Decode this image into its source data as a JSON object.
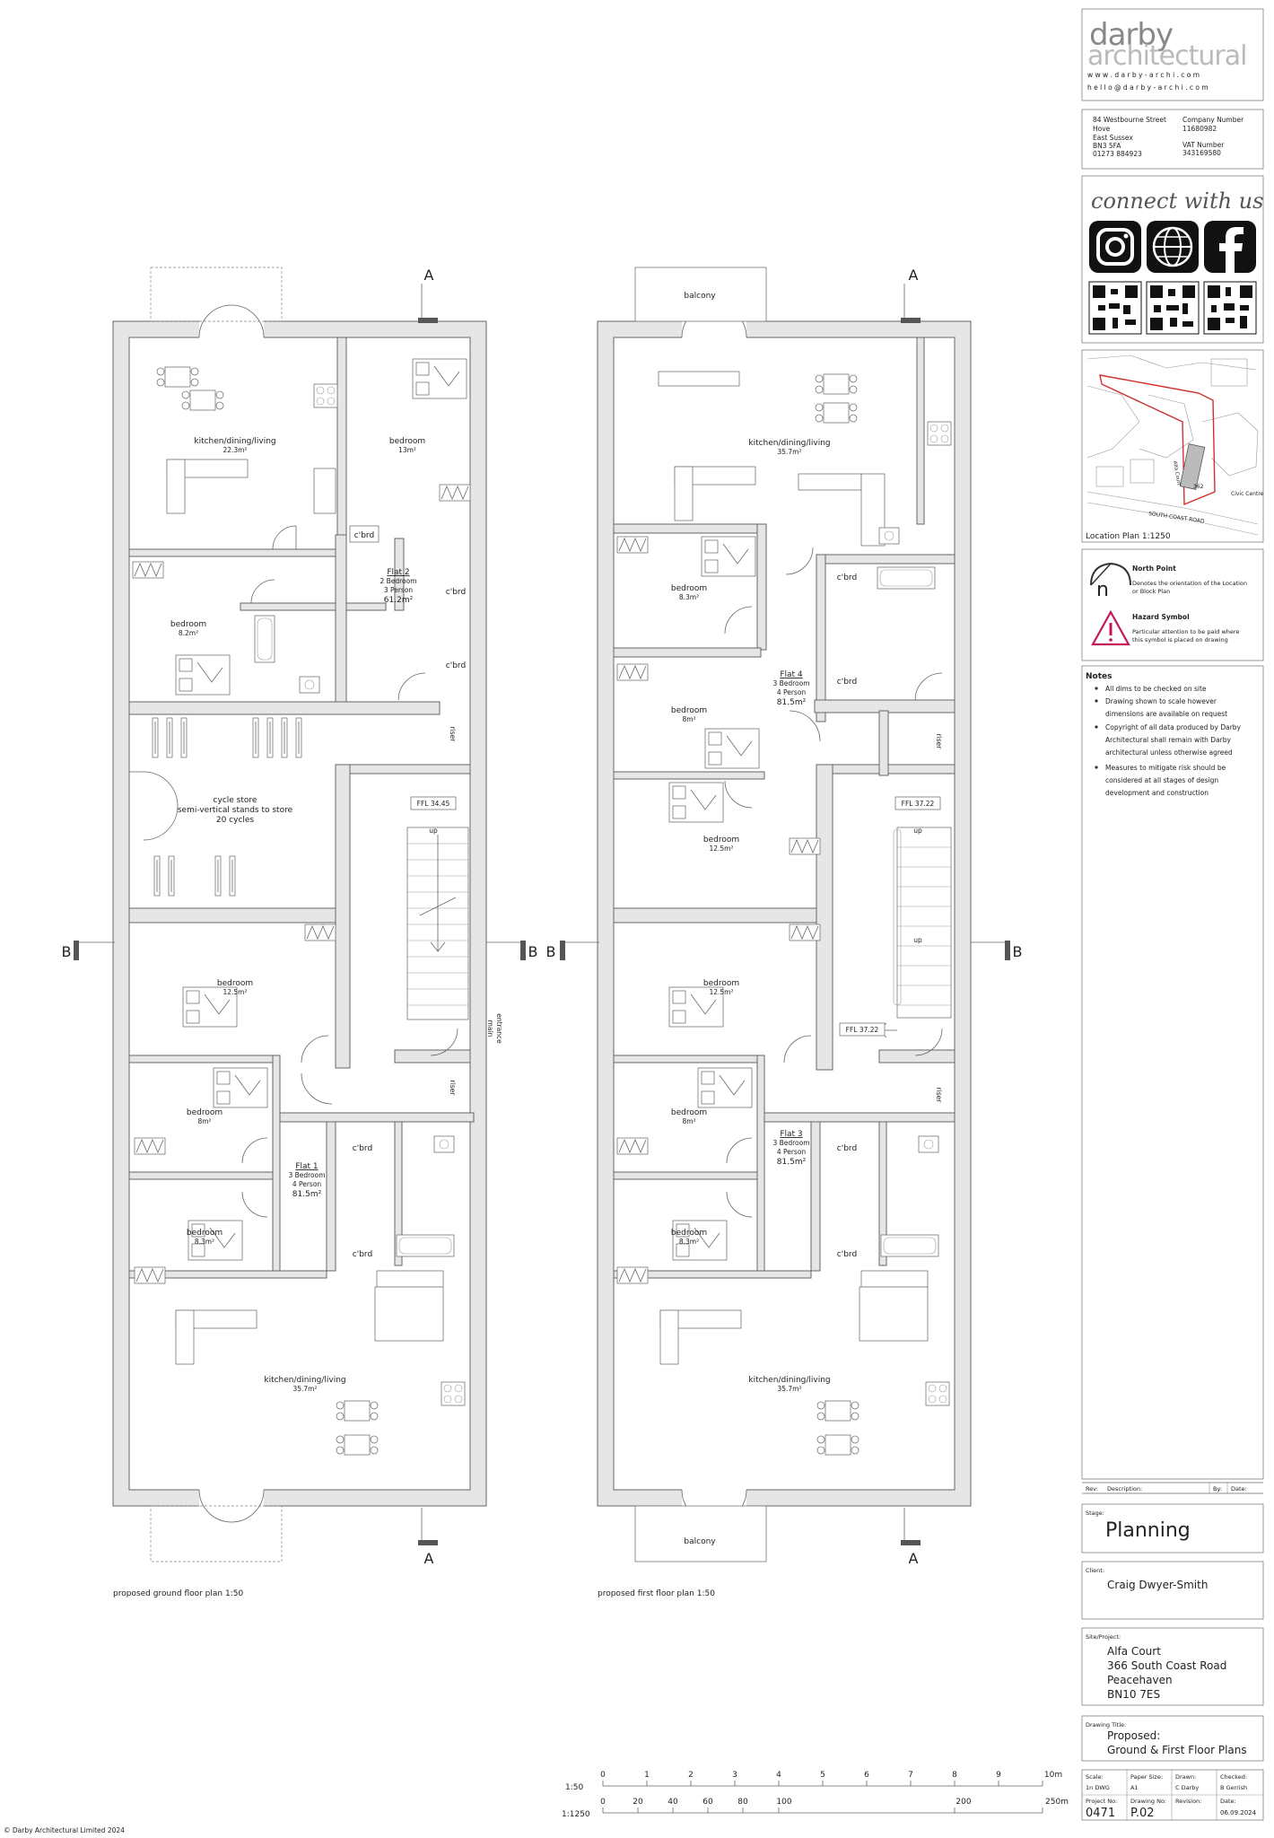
{
  "firm": {
    "name_line1": "darby",
    "name_line2": "architectural",
    "website": "w w w . d a r b y - a r c h i . c o m",
    "email": "h e l l o @ d a r b y - a r c h i . c o m",
    "address": [
      "84 Westbourne Street",
      "Hove",
      "East Sussex",
      "BN3 5FA",
      "01273 884923"
    ],
    "company_number_label": "Company Number",
    "company_number": "11680982",
    "vat_label": "VAT Number",
    "vat_number": "343169580",
    "connect": "connect with us",
    "copyright": "© Darby Architectural Limited 2024"
  },
  "location_plan": {
    "caption": "Location Plan 1:1250",
    "road_label": "SOUTH COAST ROAD",
    "labels": [
      "Alfa Court",
      "362",
      "Civic Centre"
    ]
  },
  "legend": {
    "north_title": "North Point",
    "north_desc_1": "Denotes the orientation of the Location",
    "north_desc_2": "or Block Plan",
    "north_glyph": "n",
    "hazard_title": "Hazard Symbol",
    "hazard_desc_1": "Particular attention to be paid where",
    "hazard_desc_2": "this symbol is placed on drawing"
  },
  "notes": {
    "title": "Notes",
    "items": [
      [
        "All dims to be checked on site"
      ],
      [
        "Drawing shown to scale however",
        "dimensions are available on request"
      ],
      [
        "Copyright of all data produced by Darby",
        "Architectural shall remain with Darby",
        "architectural unless otherwise agreed"
      ],
      [
        "Measures to mitigate risk should be",
        "considered at all stages of design",
        "development and construction"
      ]
    ]
  },
  "revision_header": {
    "rev": "Rev:",
    "description": "Description:",
    "by": "By:",
    "date": "Date:"
  },
  "stage": {
    "label": "Stage:",
    "value": "Planning"
  },
  "client": {
    "label": "Client:",
    "value": "Craig Dwyer-Smith"
  },
  "site": {
    "label": "Site/Project:",
    "lines": [
      "Alfa Court",
      "366 South Coast Road",
      "Peacehaven",
      "BN10 7ES"
    ]
  },
  "drawing_title": {
    "label": "Drawing Title:",
    "lines": [
      "Proposed:",
      "Ground & First Floor Plans"
    ]
  },
  "info_grid": {
    "scale_label": "Scale:",
    "scale_value": "1n DWG",
    "paper_label": "Paper Size:",
    "paper_value": "A1",
    "drawn_label": "Drawn:",
    "drawn_value": "C Darby",
    "checked_label": "Checked:",
    "checked_value": "B Gerrish",
    "project_label": "Project No:",
    "project_value": "0471",
    "drawing_no_label": "Drawing No:",
    "drawing_no_value": "P.02",
    "revision_label": "Revision:",
    "revision_value": "",
    "date_label": "Date:",
    "date_value": "06.09.2024"
  },
  "scale_bars": {
    "bar1": {
      "label": "1:50",
      "ticks": [
        "0",
        "1",
        "2",
        "3",
        "4",
        "5",
        "6",
        "7",
        "8",
        "9",
        "10m"
      ]
    },
    "bar2": {
      "label": "1:1250",
      "ticks": [
        "0",
        "20",
        "40",
        "60",
        "80",
        "100",
        "200",
        "250m"
      ]
    }
  },
  "ground": {
    "caption": "proposed ground floor plan 1:50",
    "section_a": "A",
    "section_b": "B",
    "ffl": "FFL 34.45",
    "up": "up",
    "main_entrance_1": "main",
    "main_entrance_2": "entrance",
    "riser": "riser",
    "cbrd": "c'brd",
    "rooms": {
      "kdl_top": {
        "name": "kitchen/dining/living",
        "area": "22.3m²"
      },
      "bed_top_right": {
        "name": "bedroom",
        "area": "13m²"
      },
      "bed_left": {
        "name": "bedroom",
        "area": "8.2m²"
      },
      "cycle": {
        "line1": "cycle store",
        "line2": "semi-vertical stands to store",
        "line3": "20 cycles"
      },
      "bed_mid": {
        "name": "bedroom",
        "area": "12.5m²"
      },
      "bed_small": {
        "name": "bedroom",
        "area": "8m²"
      },
      "bed_lower": {
        "name": "bedroom",
        "area": "8.3m²"
      },
      "kdl_bottom": {
        "name": "kitchen/dining/living",
        "area": "35.7m²"
      }
    },
    "flat2": {
      "title": "Flat 2",
      "line1": "2 Bedroom",
      "line2": "3 Person",
      "area": "61.2m²"
    },
    "flat1": {
      "title": "Flat 1",
      "line1": "3 Bedroom",
      "line2": "4 Person",
      "area": "81.5m²"
    }
  },
  "first": {
    "caption": "proposed first floor plan 1:50",
    "section_a": "A",
    "section_b": "B",
    "balcony": "balcony",
    "ffl_top": "FFL 37.22",
    "ffl_bottom": "FFL 37.22",
    "up": "up",
    "riser": "riser",
    "cbrd": "c'brd",
    "rooms": {
      "kdl_top": {
        "name": "kitchen/dining/living",
        "area": "35.7m²"
      },
      "bed_a": {
        "name": "bedroom",
        "area": "8.3m²"
      },
      "bed_b": {
        "name": "bedroom",
        "area": "8m²"
      },
      "bed_c": {
        "name": "bedroom",
        "area": "12.5m²"
      },
      "bed_d": {
        "name": "bedroom",
        "area": "12.5m²"
      },
      "bed_e": {
        "name": "bedroom",
        "area": "8m²"
      },
      "bed_f": {
        "name": "bedroom",
        "area": "8.3m²"
      },
      "kdl_bottom": {
        "name": "kitchen/dining/living",
        "area": "35.7m²"
      }
    },
    "flat4": {
      "title": "Flat 4",
      "line1": "3 Bedroom",
      "line2": "4 Person",
      "area": "81.5m²"
    },
    "flat3": {
      "title": "Flat 3",
      "line1": "3 Bedroom",
      "line2": "4 Person",
      "area": "81.5m²"
    }
  }
}
